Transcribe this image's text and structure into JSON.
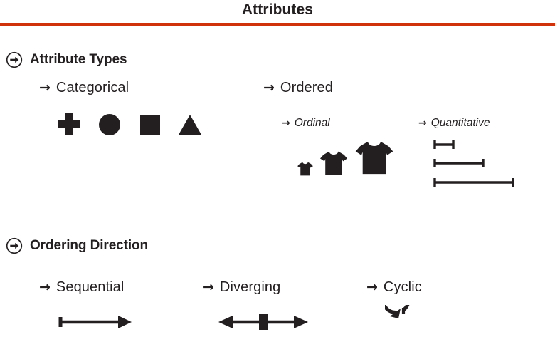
{
  "header": {
    "title": "Attributes",
    "rule_color": "#d0330c"
  },
  "ink_color": "#231f20",
  "sections": [
    {
      "id": "attribute-types",
      "icon": "circled-arrow-right-icon",
      "label": "Attribute Types",
      "items": [
        {
          "id": "categorical",
          "arrow": "→",
          "label": "Categorical",
          "glyphs": [
            "plus-glyph",
            "circle-glyph",
            "square-glyph",
            "triangle-glyph"
          ]
        },
        {
          "id": "ordered",
          "arrow": "→",
          "label": "Ordered",
          "subitems": [
            {
              "id": "ordinal",
              "arrow": "→",
              "label": "Ordinal",
              "glyphs": [
                "tshirt-small-glyph",
                "tshirt-medium-glyph",
                "tshirt-large-glyph"
              ]
            },
            {
              "id": "quantitative",
              "arrow": "→",
              "label": "Quantitative",
              "glyphs": [
                "length-bar-short-glyph",
                "length-bar-medium-glyph",
                "length-bar-long-glyph"
              ]
            }
          ]
        }
      ]
    },
    {
      "id": "ordering-direction",
      "icon": "circled-arrow-right-icon",
      "label": "Ordering Direction",
      "items": [
        {
          "id": "sequential",
          "arrow": "→",
          "label": "Sequential",
          "glyphs": [
            "sequential-arrow-glyph"
          ]
        },
        {
          "id": "diverging",
          "arrow": "→",
          "label": "Diverging",
          "glyphs": [
            "diverging-arrow-glyph"
          ]
        },
        {
          "id": "cyclic",
          "arrow": "→",
          "label": "Cyclic",
          "glyphs": [
            "cyclic-arrow-glyph"
          ]
        }
      ]
    }
  ]
}
